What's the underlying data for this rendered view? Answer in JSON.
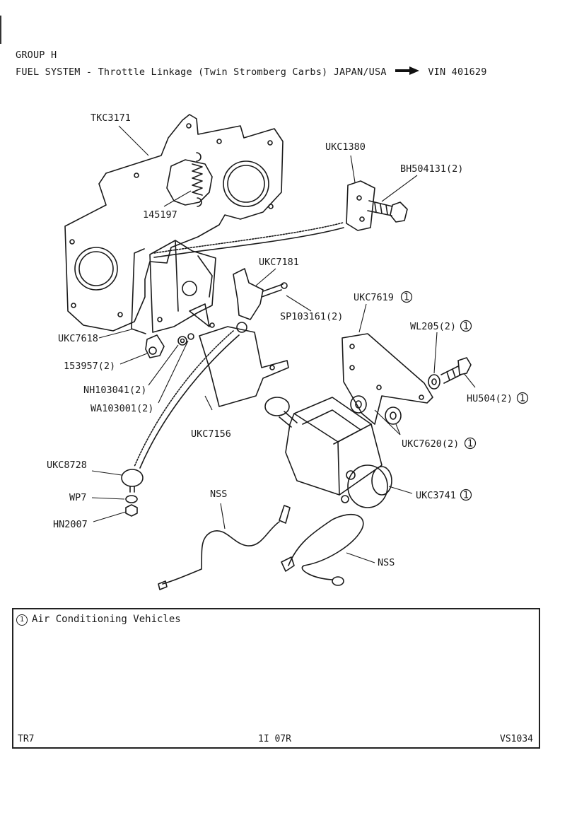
{
  "header": {
    "group": "GROUP H",
    "title": "FUEL SYSTEM - Throttle Linkage (Twin Stromberg Carbs) JAPAN/USA",
    "vin": "VIN 401629"
  },
  "part_labels": {
    "tkc3171": "TKC3171",
    "p145197": "145197",
    "ukc1380": "UKC1380",
    "bh504131": "BH504131(2)",
    "ukc7181": "UKC7181",
    "sp103161": "SP103161(2)",
    "ukc7619": "UKC7619",
    "wl205": "WL205(2)",
    "hu504": "HU504(2)",
    "ukc7618": "UKC7618",
    "p153957": "153957(2)",
    "nh103041": "NH103041(2)",
    "wa103001": "WA103001(2)",
    "ukc7156": "UKC7156",
    "ukc7620": "UKC7620(2)",
    "ukc8728": "UKC8728",
    "wp7": "WP7",
    "hn2007": "HN2007",
    "nss1": "NSS",
    "nss2": "NSS",
    "ukc3741": "UKC3741",
    "footnote_mark": "1"
  },
  "notes": {
    "mark": "1",
    "text": "Air Conditioning Vehicles",
    "footer_left": "TR7",
    "footer_center": "1I 07R",
    "footer_right": "VS1034"
  },
  "icons": [
    "arrow-right-icon",
    "circled-one-icon"
  ]
}
